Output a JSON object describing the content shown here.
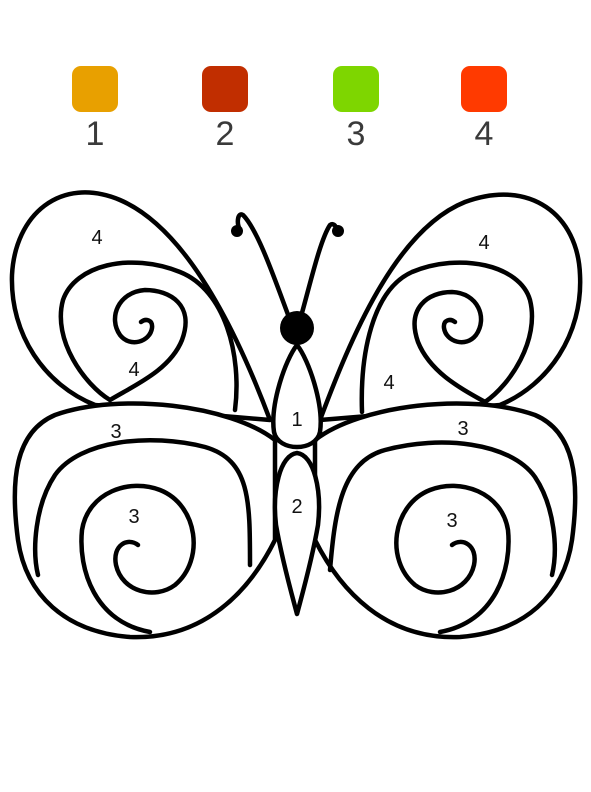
{
  "palette": [
    {
      "number": "1",
      "color": "#E8A000"
    },
    {
      "number": "2",
      "color": "#C12E00"
    },
    {
      "number": "3",
      "color": "#7ED600"
    },
    {
      "number": "4",
      "color": "#FF3A00"
    }
  ],
  "regions": {
    "upper_left_wing_outer": "4",
    "upper_left_wing_inner": "4",
    "upper_right_wing_outer": "4",
    "upper_right_wing_inner": "4",
    "lower_left_wing_outer": "3",
    "lower_left_wing_inner": "3",
    "lower_right_wing_outer": "3",
    "lower_right_wing_inner": "3",
    "body_thorax": "1",
    "body_abdomen": "2"
  }
}
